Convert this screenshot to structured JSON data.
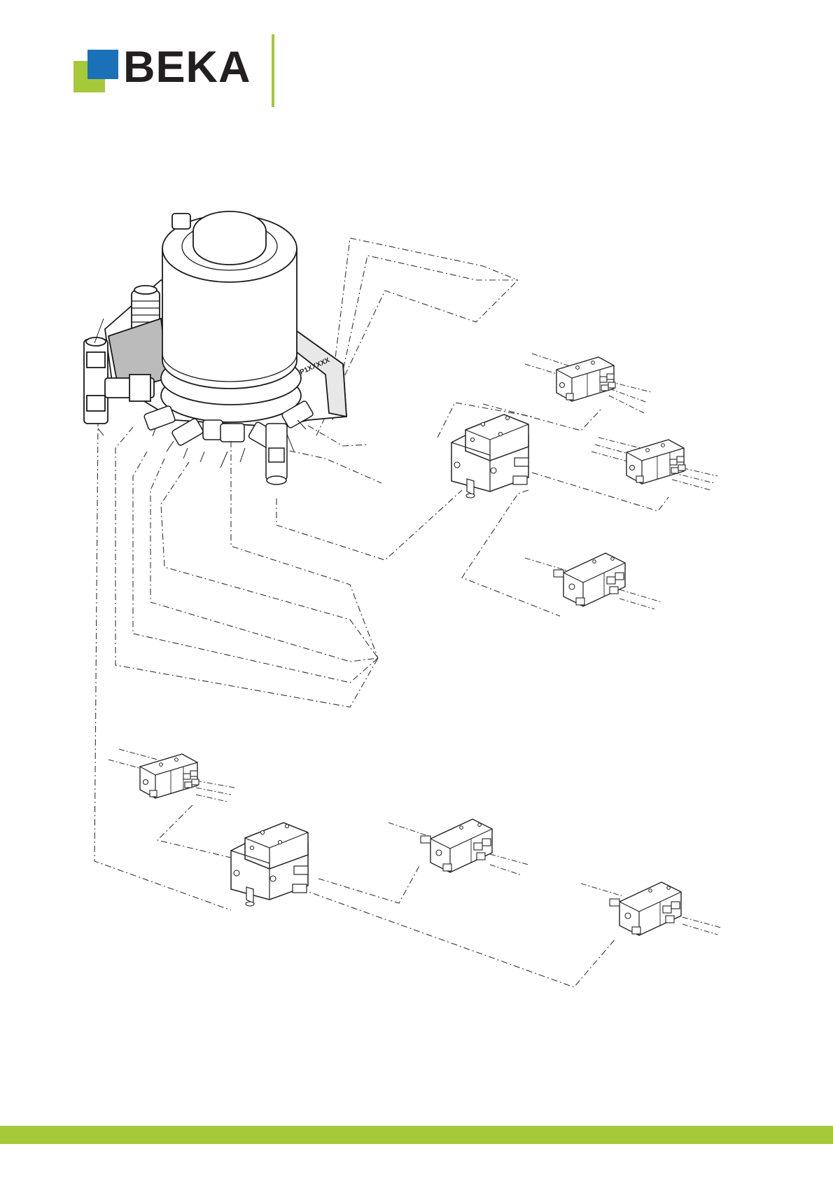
{
  "brand": {
    "name": "BEKA",
    "colors": {
      "blue": "#1a71b8",
      "green": "#a6c93a",
      "text": "#231f20"
    }
  },
  "diagram": {
    "pump_label": "P1XXXXX",
    "components": [
      {
        "name": "lubrication-pump",
        "icon": "pump-reservoir-icon"
      },
      {
        "name": "progressive-distributor",
        "icon": "distributor-block-icon"
      }
    ]
  },
  "footer": {
    "bar_color": "#a6c93a"
  }
}
